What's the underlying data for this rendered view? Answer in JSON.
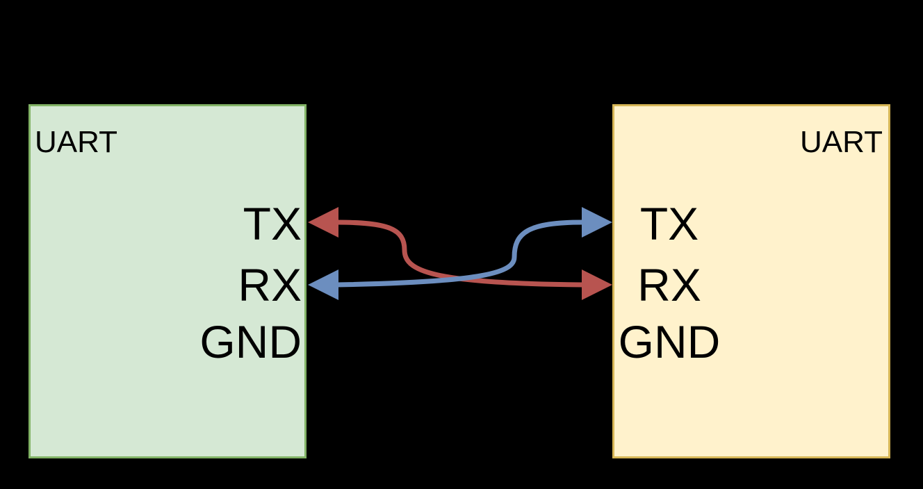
{
  "left_device": {
    "title": "UART",
    "pins": {
      "tx": "TX",
      "rx": "RX",
      "gnd": "GND"
    },
    "fill_color": "#d5e8d4",
    "border_color": "#82b366"
  },
  "right_device": {
    "title": "UART",
    "pins": {
      "tx": "TX",
      "rx": "RX",
      "gnd": "GND"
    },
    "fill_color": "#fff2cc",
    "border_color": "#d6b656"
  },
  "connections": [
    {
      "from": "left.TX",
      "to": "right.RX",
      "color": "#b85450",
      "arrows": "both"
    },
    {
      "from": "left.RX",
      "to": "right.TX",
      "color": "#6c8ebf",
      "arrows": "both"
    }
  ],
  "background_color": "#000000"
}
